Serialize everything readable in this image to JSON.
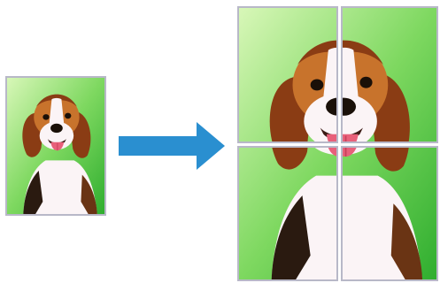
{
  "illustration": {
    "description_label": "",
    "colors": {
      "background": "#ffffff",
      "page_border": "#b8b8c8",
      "green_light": "#c8f0a8",
      "green_dark": "#3cbc3c",
      "arrow": "#2a8fd0",
      "dog_brown": "#8a3c14",
      "dog_tan": "#c8732c",
      "dog_white": "#fbf4f6",
      "dog_black": "#2a1a10",
      "tongue": "#e8607a"
    },
    "icons": {
      "source": "single-page-dog-photo",
      "arrow": "right-arrow-icon",
      "result": "tiled-poster-2x2"
    },
    "tiles": 4
  }
}
